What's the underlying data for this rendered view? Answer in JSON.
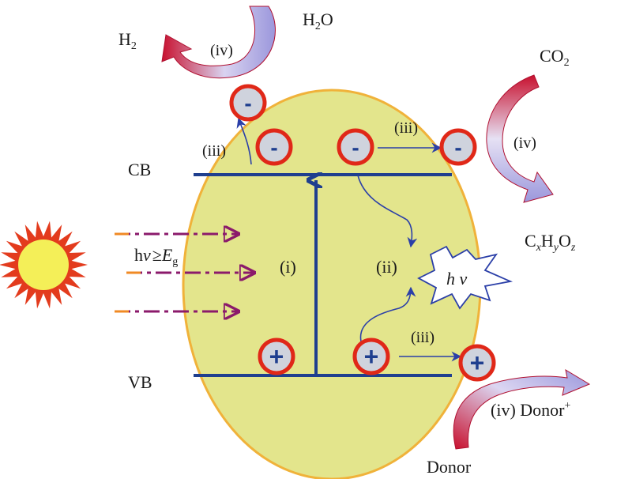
{
  "labels": {
    "cb": "CB",
    "vb": "VB",
    "step_i": "(i)",
    "step_ii": "(ii)",
    "step_iii_left": "(iii)",
    "step_iii_right_top": "(iii)",
    "step_iii_bottom": "(iii)",
    "step_iv_h2": "(iv)",
    "step_iv_co2": "(iv)",
    "photon": "h v",
    "excitation_h": "h",
    "excitation_v": "v",
    "excitation_geq": "≥",
    "excitation_E": "E",
    "excitation_g": "g",
    "h2_base": "H",
    "h2_sub": "2",
    "h2o_base": "H",
    "h2o_sub": "2",
    "h2o_tail": "O",
    "co2_base": "CO",
    "co2_sub": "2",
    "product_c": "C",
    "product_x": "x",
    "product_h": "H",
    "product_y": "y",
    "product_o": "O",
    "product_z": "z",
    "donor": "Donor",
    "donor_plus_prefix": "(iv) Donor",
    "donor_plus_sup": "+",
    "electron": "-",
    "hole": "+"
  },
  "colors": {
    "particle_body": "#cfd3dd",
    "particle_ring": "#e02818",
    "particle_sign": "#1f3f8f",
    "band": "#1f3f8f",
    "arrow_thin": "#2b3fa8",
    "sun_outer": "#e33b1d",
    "sun_inner": "#f4ef58",
    "excitation_arrow": "#8b1a6b",
    "red_arrow": "#c8102e",
    "lavender": "#b7b4e6"
  }
}
